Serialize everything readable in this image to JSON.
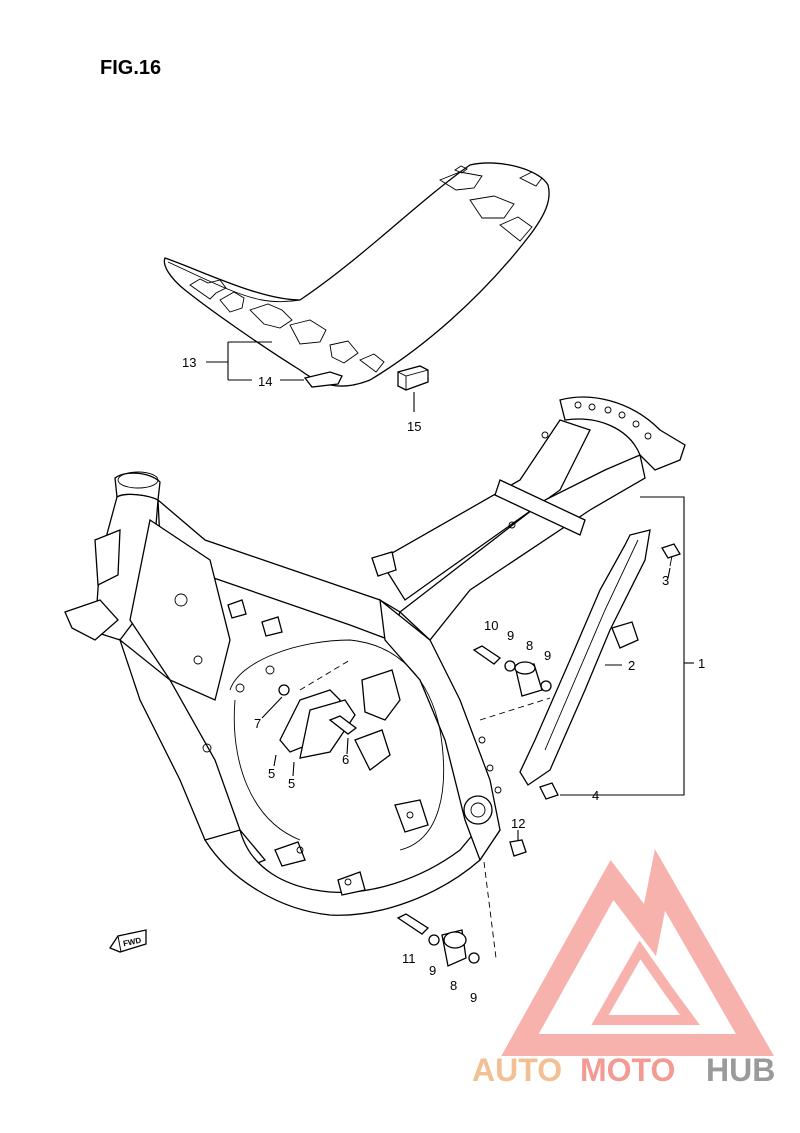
{
  "figure": {
    "title": "FIG.16"
  },
  "callouts": {
    "c1": "1",
    "c2": "2",
    "c3": "3",
    "c4": "4",
    "c5a": "5",
    "c5b": "5",
    "c6": "6",
    "c7": "7",
    "c8a": "8",
    "c8b": "8",
    "c9a": "9",
    "c9b": "9",
    "c9c": "9",
    "c9d": "9",
    "c10": "10",
    "c11": "11",
    "c12": "12",
    "c13": "13",
    "c14": "14",
    "c15": "15"
  },
  "fwd_label": "FWD",
  "watermark": {
    "part1": "AUTO",
    "part2": "MOTO",
    "part3": "HUB",
    "colors": {
      "auto": "#f2c094",
      "moto": "#f39a93",
      "hub": "#9a9a9a",
      "logo": "#f7a5a0"
    }
  }
}
